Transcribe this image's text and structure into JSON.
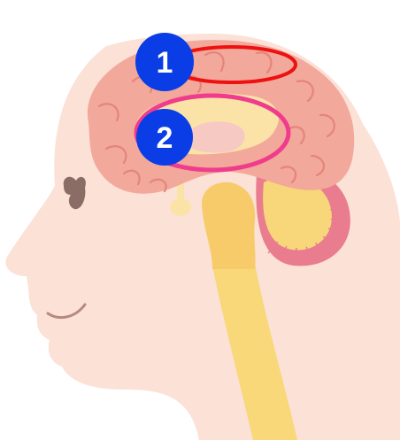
{
  "colors": {
    "skin": "#FBE1D6",
    "skin_outline": "#F5CFC2",
    "cortex": "#F2A89A",
    "cortex_fold": "#E4857A",
    "corpus_callosum": "#FBE3A8",
    "thalamus": "#F6C9C3",
    "brainstem": "#F8CB6A",
    "spinal_cord": "#F8D878",
    "cerebellum": "#E97C8E",
    "cerebellum_inner": "#F8D67A",
    "eye": "#8A6E66",
    "mouth": "#B58A80",
    "marker_1_ring": "#EE1111",
    "marker_2_ring": "#F03C8C",
    "badge_fill": "#0A3DE6"
  },
  "markers": [
    {
      "label": "1",
      "ring": "red-ellipse"
    },
    {
      "label": "2",
      "ring": "pink-ellipse"
    }
  ]
}
